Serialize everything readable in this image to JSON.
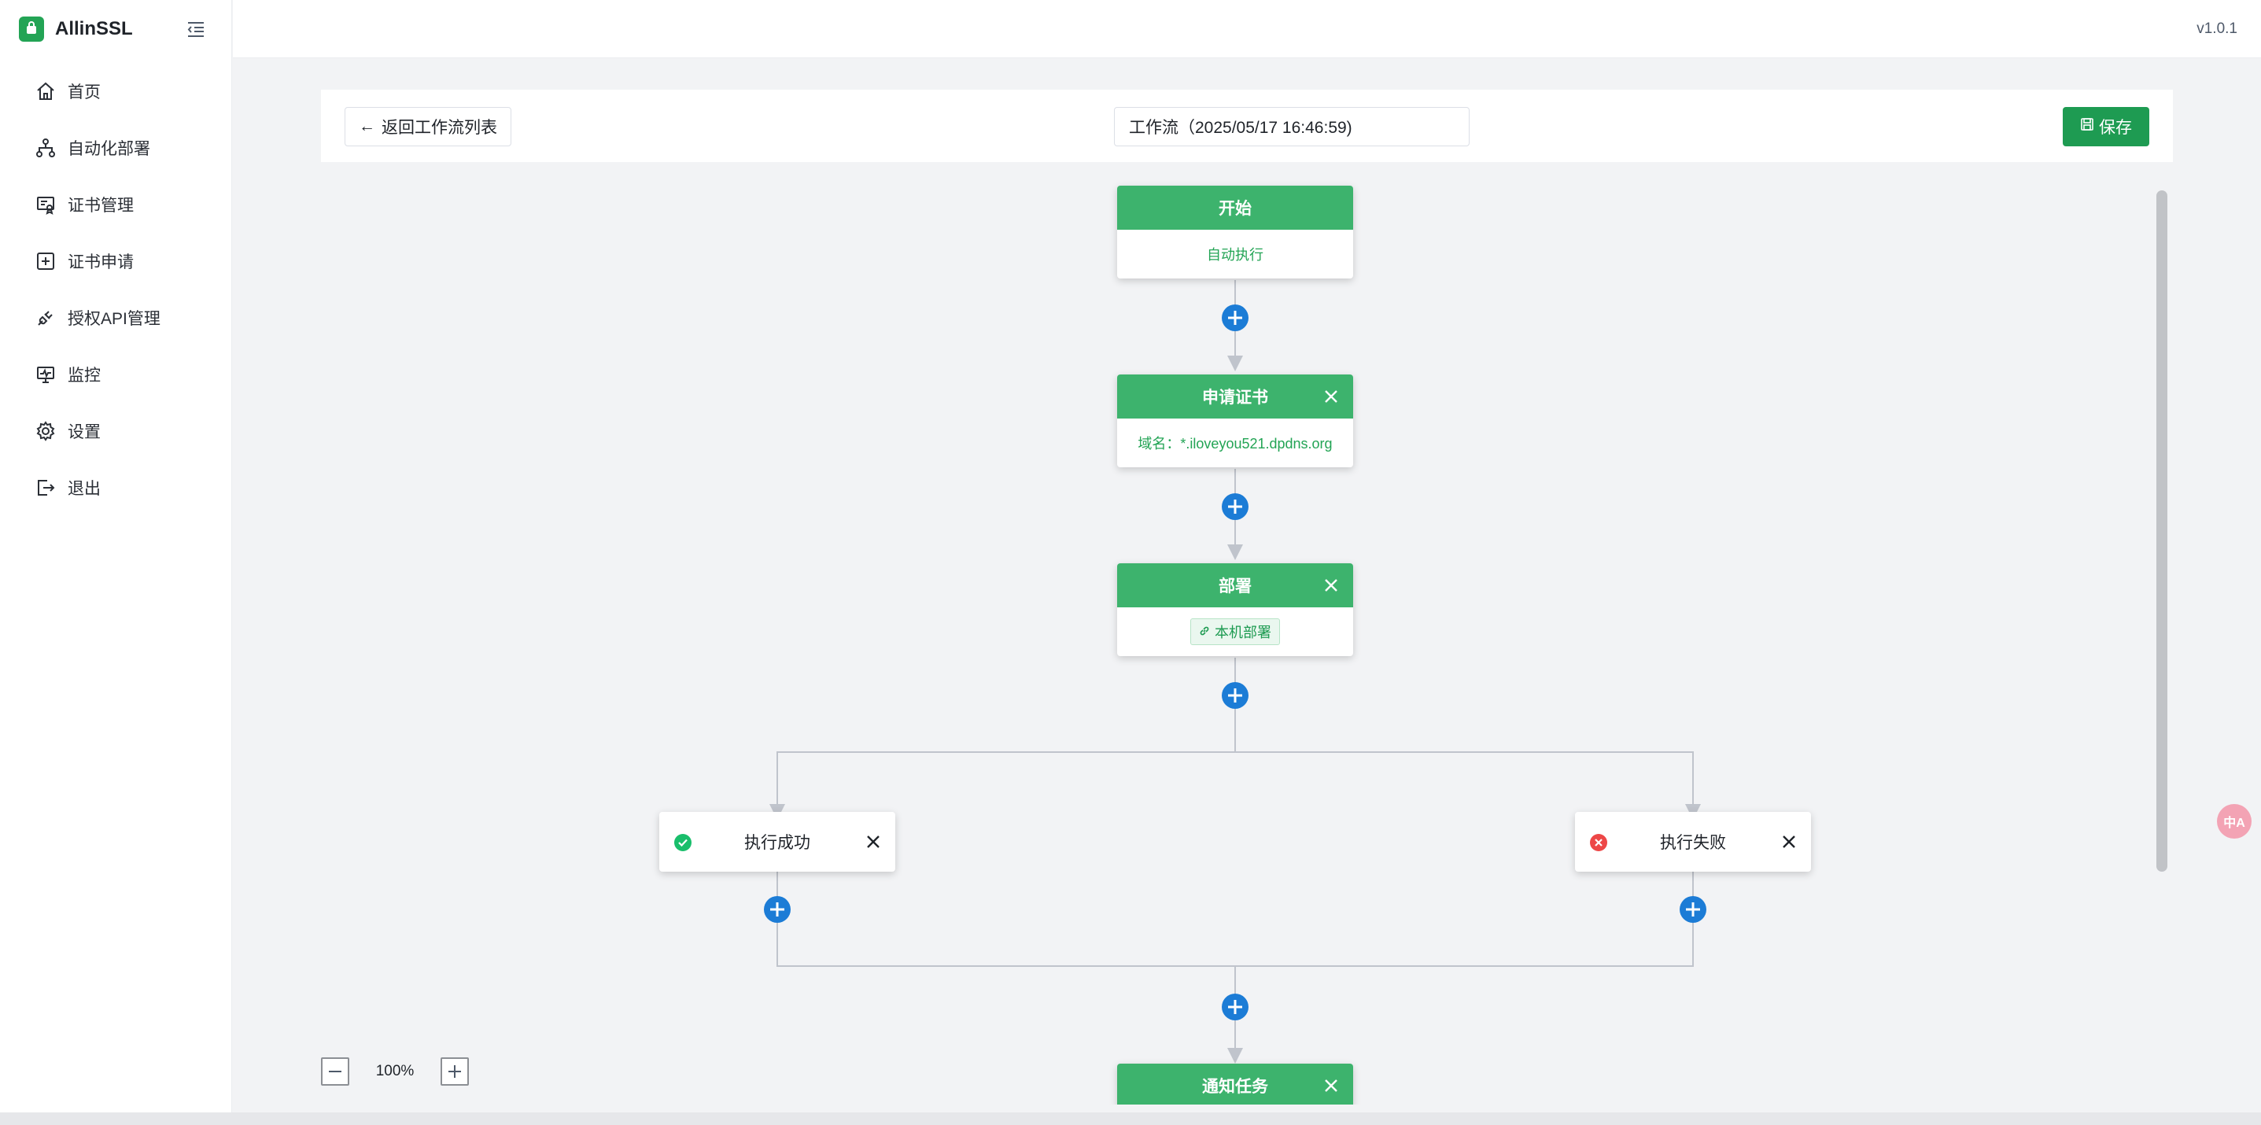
{
  "app": {
    "name": "AllinSSL",
    "version": "v1.0.1"
  },
  "sidebar": {
    "items": [
      {
        "label": "首页",
        "icon": "home-icon"
      },
      {
        "label": "自动化部署",
        "icon": "workflow-icon"
      },
      {
        "label": "证书管理",
        "icon": "certificate-icon"
      },
      {
        "label": "证书申请",
        "icon": "plus-square-icon"
      },
      {
        "label": "授权API管理",
        "icon": "api-plug-icon"
      },
      {
        "label": "监控",
        "icon": "monitor-icon"
      },
      {
        "label": "设置",
        "icon": "gear-icon"
      },
      {
        "label": "退出",
        "icon": "logout-icon"
      }
    ]
  },
  "toolbar": {
    "back_label": "返回工作流列表",
    "title_value": "工作流（2025/05/17 16:46:59)",
    "save_label": "保存"
  },
  "flow": {
    "start": {
      "title": "开始",
      "body": "自动执行"
    },
    "apply": {
      "title": "申请证书",
      "body": "域名：*.iloveyou521.dpdns.org"
    },
    "deploy": {
      "title": "部署",
      "tag": "本机部署"
    },
    "success": {
      "label": "执行成功",
      "color": "#19be6b"
    },
    "failure": {
      "label": "执行失败",
      "color": "#ed4747"
    },
    "notify": {
      "title": "通知任务"
    }
  },
  "zoom": {
    "level": "100%"
  },
  "colors": {
    "accent": "#3db36d",
    "button": "#1e9b52",
    "add": "#1c7cd6"
  },
  "translate_fab": {
    "label": "中A"
  }
}
